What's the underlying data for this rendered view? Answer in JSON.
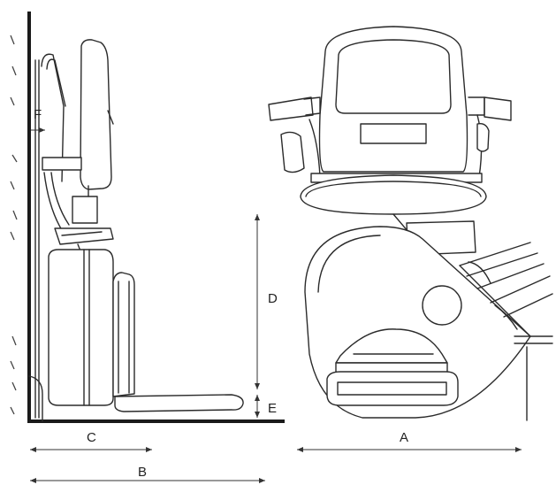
{
  "labels": {
    "A": "A",
    "B": "B",
    "C": "C",
    "D": "D",
    "E": "E",
    "F": "F"
  },
  "colors": {
    "line": "#2b2b2b",
    "wall": "#1a1a1a",
    "background": "#ffffff"
  }
}
